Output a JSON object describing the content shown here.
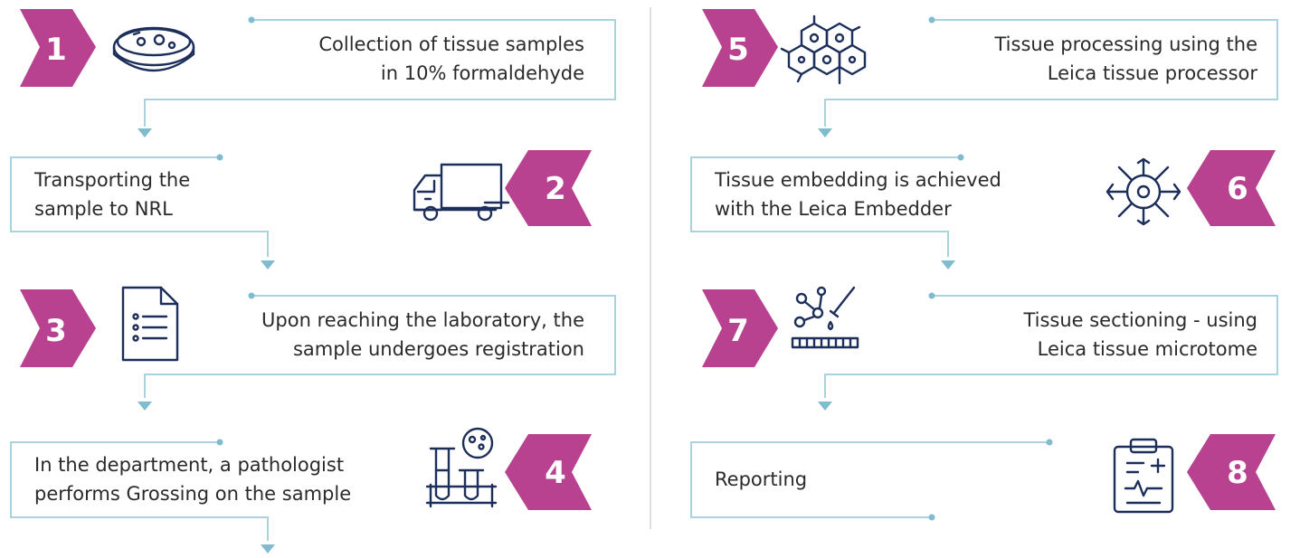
{
  "accent_color": "#b8428f",
  "line_color": "#a9d3df",
  "icon_color": "#1c2e5a",
  "steps": [
    {
      "number": "1",
      "icon": "petri-dish-icon",
      "lines": [
        "Collection of tissue samples",
        "in 10% formaldehyde"
      ]
    },
    {
      "number": "2",
      "icon": "delivery-truck-icon",
      "lines": [
        "Transporting the",
        "sample to NRL"
      ]
    },
    {
      "number": "3",
      "icon": "document-list-icon",
      "lines": [
        "Upon reaching the laboratory, the",
        "sample undergoes registration"
      ]
    },
    {
      "number": "4",
      "icon": "test-tubes-icon",
      "lines": [
        "In the department, a pathologist",
        "performs Grossing on the sample"
      ]
    },
    {
      "number": "5",
      "icon": "cell-hexagons-icon",
      "lines": [
        "Tissue processing using the",
        "Leica tissue processor"
      ]
    },
    {
      "number": "6",
      "icon": "neuron-cell-icon",
      "lines": [
        "Tissue embedding is achieved",
        "with the Leica Embedder"
      ]
    },
    {
      "number": "7",
      "icon": "microtome-pipette-icon",
      "lines": [
        "Tissue sectioning - using",
        "Leica tissue microtome"
      ]
    },
    {
      "number": "8",
      "icon": "clipboard-report-icon",
      "lines": [
        "Reporting"
      ]
    }
  ]
}
